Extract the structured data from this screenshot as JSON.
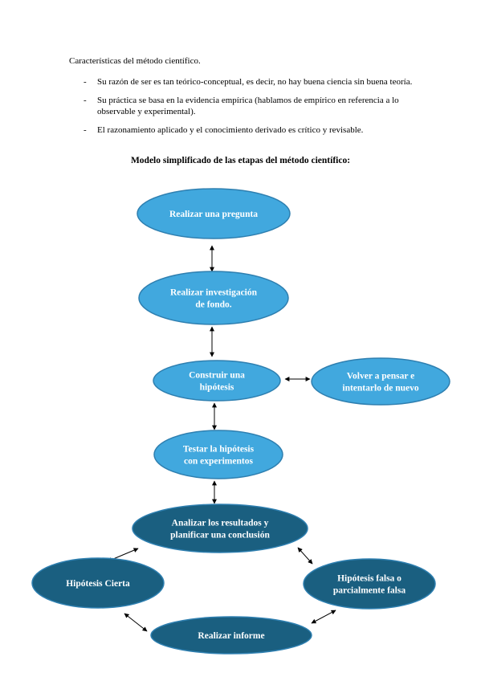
{
  "intro": "Características del método científico.",
  "bullets": [
    {
      "marker": "-",
      "text": "Su razón de ser es tan teórico-conceptual, es decir, no hay buena ciencia sin buena teoría."
    },
    {
      "marker": "-",
      "text": "Su práctica se basa en la evidencia empírica (hablamos de empírico en referencia a lo observable y experimental)."
    },
    {
      "marker": "-",
      "text": "El razonamiento aplicado y el conocimiento derivado es crítico y revisable."
    }
  ],
  "diagram": {
    "title": "Modelo simplificado de las etapas del método científico:",
    "colors": {
      "light": "#41a8de",
      "dark": "#1a5f80",
      "stroke": "#2e7fb0",
      "arrow": "#000000"
    },
    "nodes": {
      "pregunta": {
        "lines": [
          "Realizar una pregunta"
        ]
      },
      "investigacion": {
        "lines": [
          "Realizar investigación",
          "de fondo."
        ]
      },
      "hipotesis": {
        "lines": [
          "Construir una",
          "hipótesis"
        ]
      },
      "volver": {
        "lines": [
          "Volver a pensar e",
          "intentarlo de nuevo"
        ]
      },
      "testar": {
        "lines": [
          "Testar la hipótesis",
          "con experimentos"
        ]
      },
      "analizar": {
        "lines": [
          "Analizar los resultados y",
          "planificar una conclusión"
        ]
      },
      "cierta": {
        "lines": [
          "Hipótesis Cierta"
        ]
      },
      "falsa": {
        "lines": [
          "Hipótesis falsa o",
          "parcialmente falsa"
        ]
      },
      "informe": {
        "lines": [
          "Realizar informe"
        ]
      }
    }
  }
}
